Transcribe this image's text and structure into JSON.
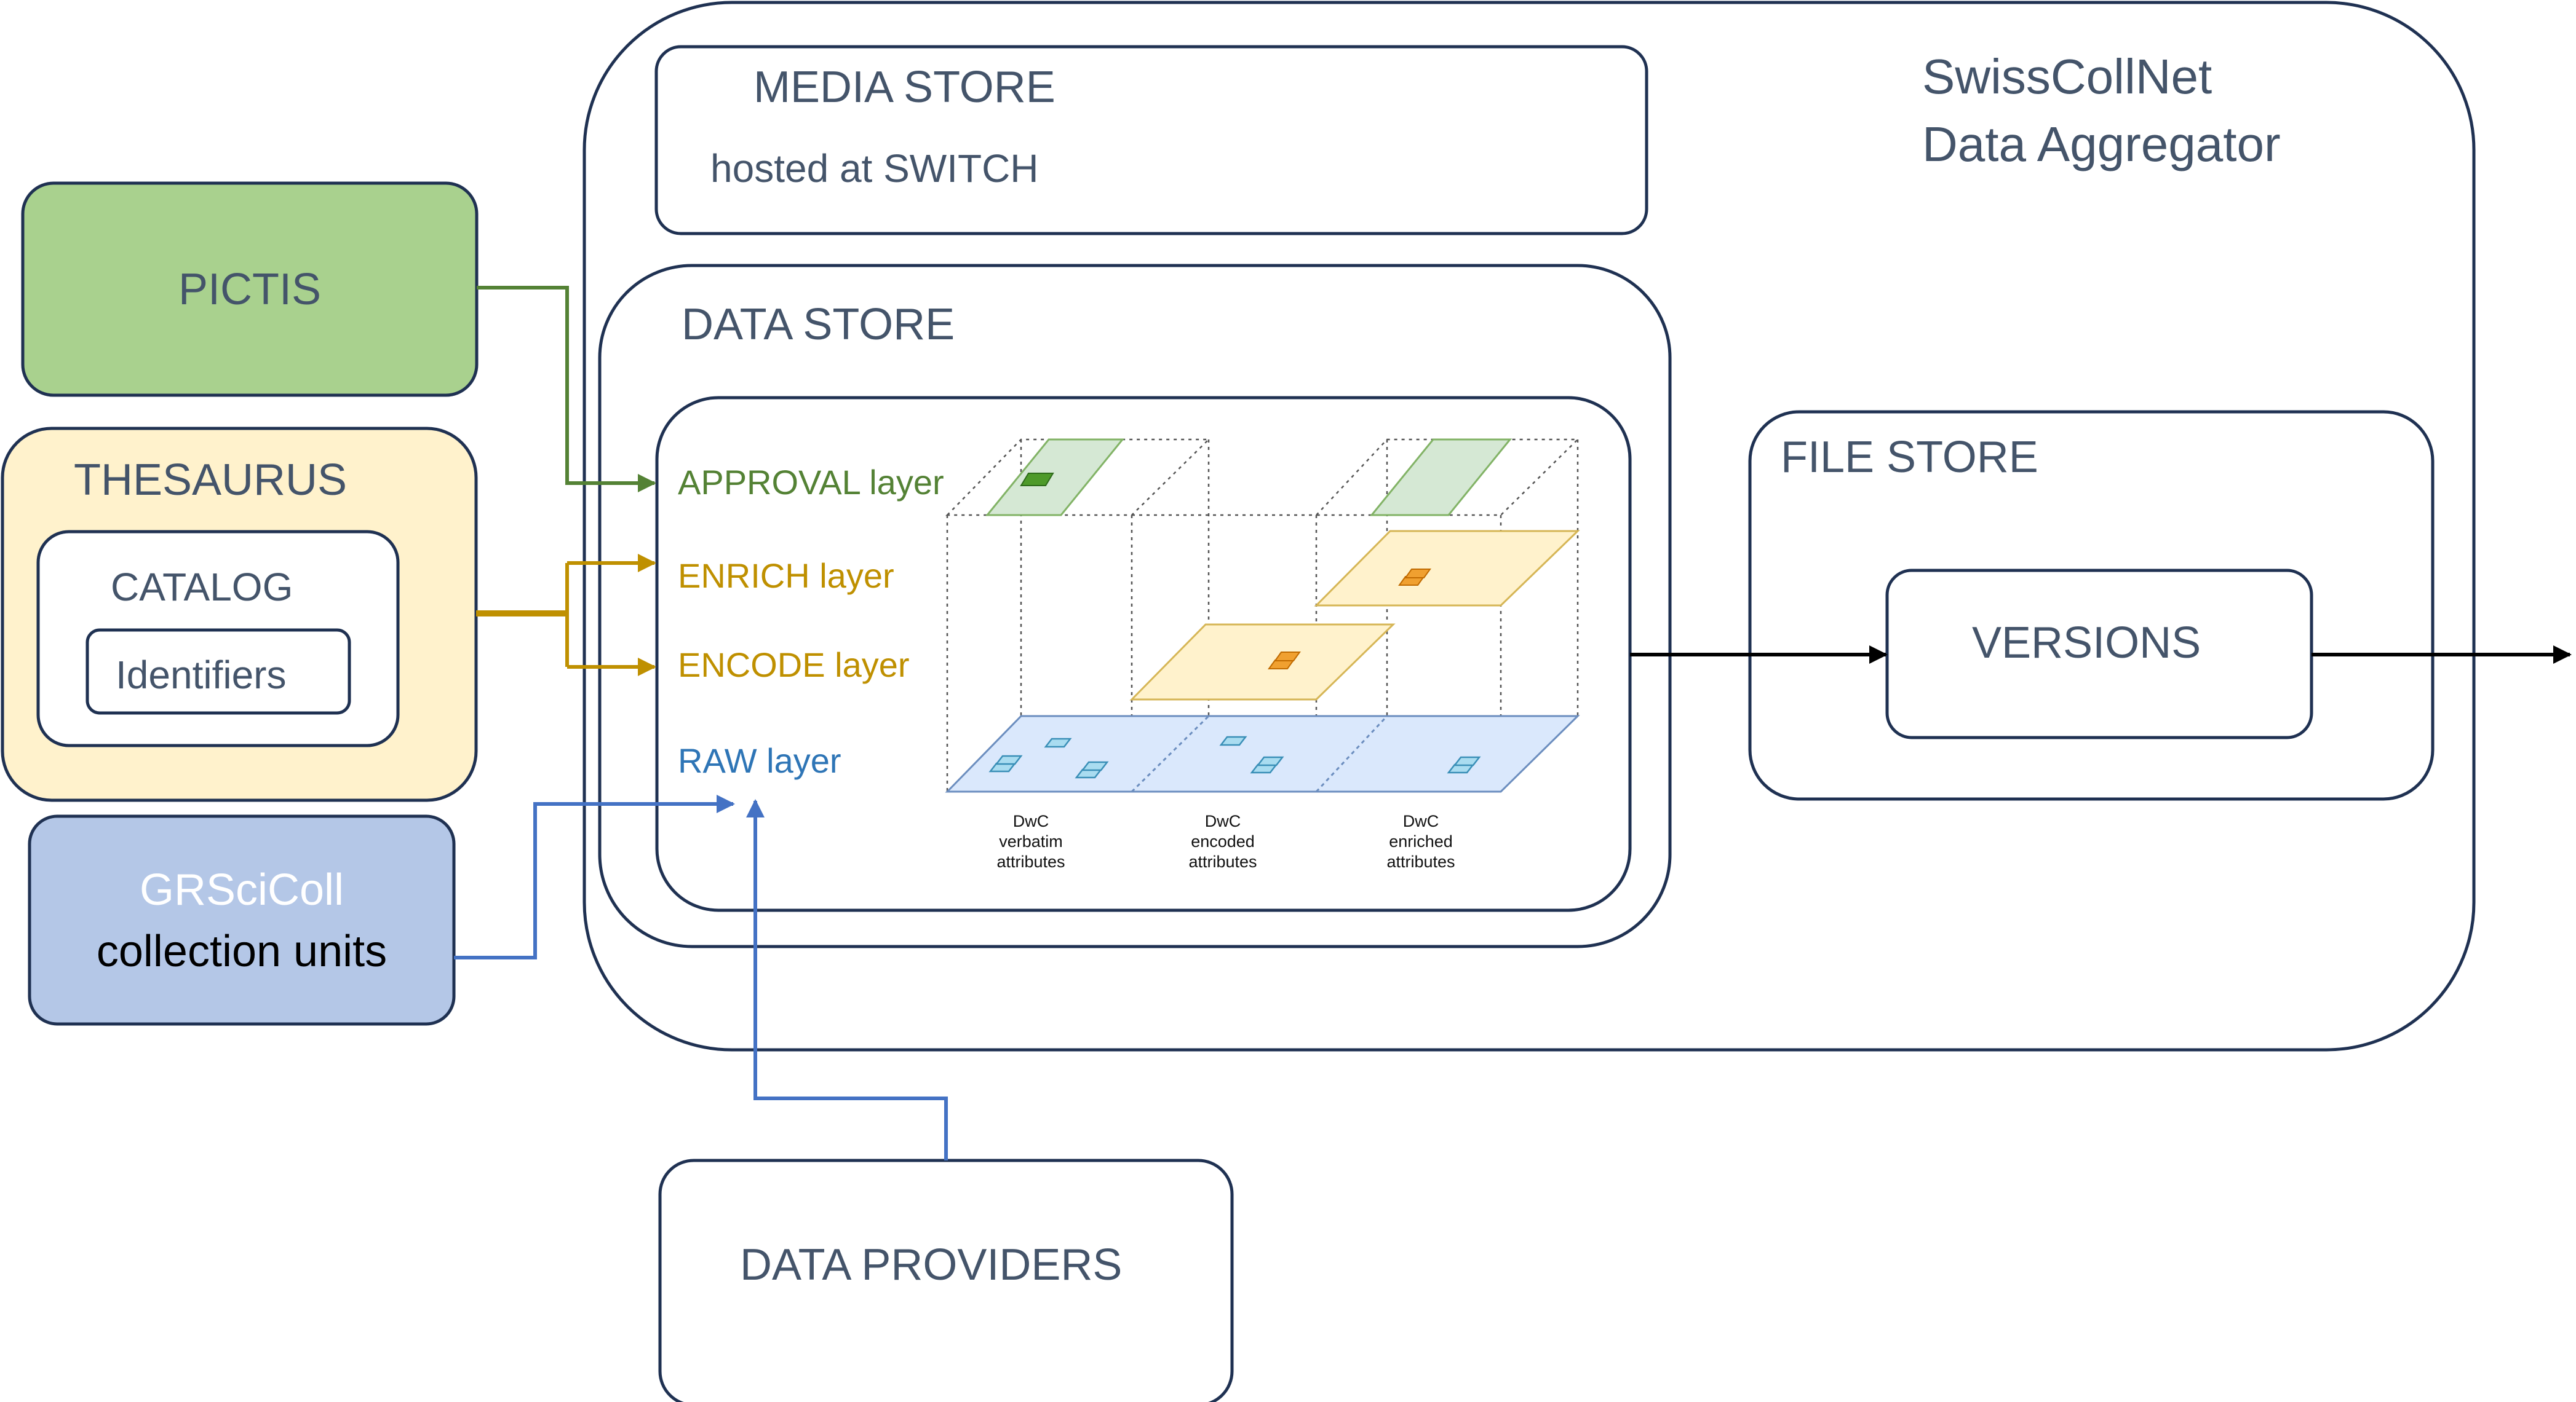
{
  "aggregator": {
    "title_line1": "SwissCollNet",
    "title_line2": "Data Aggregator"
  },
  "media_store": {
    "title": "MEDIA STORE",
    "subtitle": "hosted at SWITCH"
  },
  "data_store": {
    "title": "DATA STORE",
    "layers": {
      "approval": "APPROVAL layer",
      "enrich": "ENRICH layer",
      "encode": "ENCODE layer",
      "raw": "RAW layer"
    },
    "columns": [
      {
        "line1": "DwC",
        "line2": "verbatim",
        "line3": "attributes"
      },
      {
        "line1": "DwC",
        "line2": "encoded",
        "line3": "attributes"
      },
      {
        "line1": "DwC",
        "line2": "enriched",
        "line3": "attributes"
      }
    ]
  },
  "file_store": {
    "title": "FILE STORE",
    "versions": "VERSIONS"
  },
  "pictis": {
    "label": "PICTIS"
  },
  "thesaurus": {
    "title": "THESAURUS",
    "catalog": "CATALOG",
    "identifiers": "Identifiers"
  },
  "grscicoll": {
    "line1": "GRSciColl",
    "line2": "collection units"
  },
  "data_providers": {
    "label": "DATA PROVIDERS"
  },
  "colors": {
    "navy": "#1f3152",
    "text": "#44546a",
    "green_fill": "#a9d18e",
    "green": "#548235",
    "yellow_fill": "#fff2cc",
    "gold": "#bf9000",
    "blue_fill": "#b4c7e7",
    "blue": "#4472c4",
    "raw_text": "#2e75b6"
  }
}
